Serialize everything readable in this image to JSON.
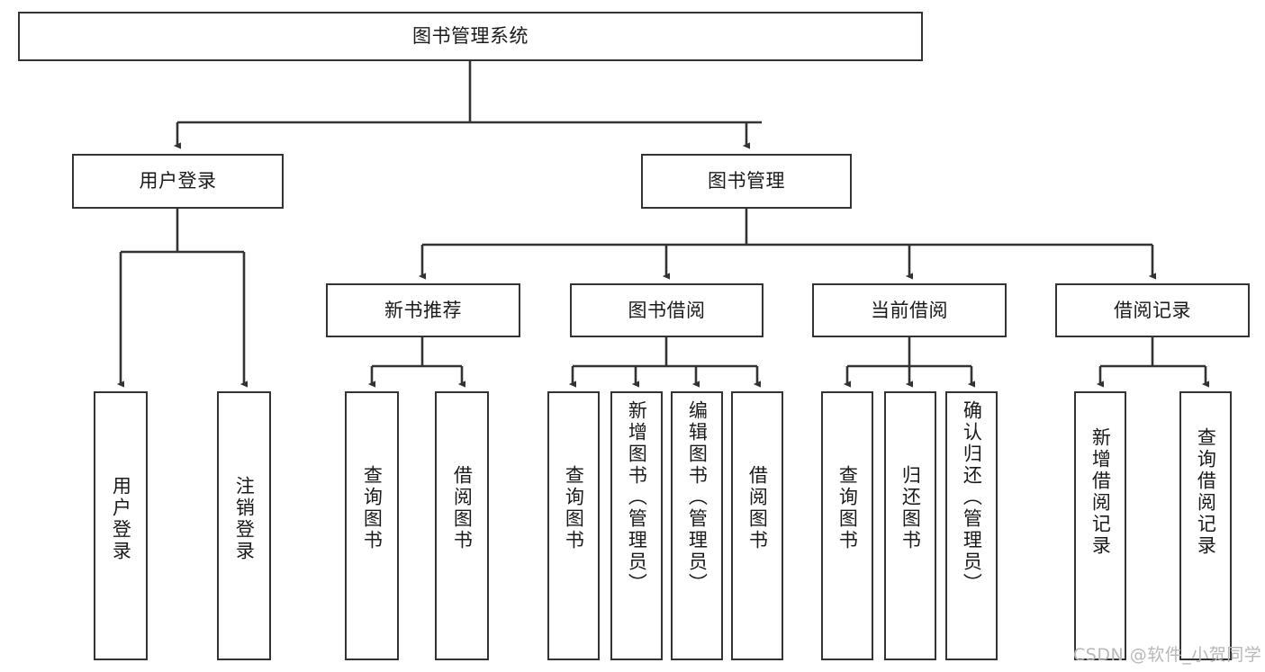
{
  "diagram": {
    "title": "图书管理系统",
    "type": "tree-hierarchy-chart",
    "root": {
      "label": "图书管理系统"
    },
    "level1": [
      {
        "label": "用户登录"
      },
      {
        "label": "图书管理"
      }
    ],
    "level2": [
      {
        "label": "新书推荐"
      },
      {
        "label": "图书借阅"
      },
      {
        "label": "当前借阅"
      },
      {
        "label": "借阅记录"
      }
    ],
    "leaves": {
      "user_login": [
        {
          "label": "用户登录"
        },
        {
          "label": "注销登录"
        }
      ],
      "new_book_recommend": [
        {
          "label": "查询图书"
        },
        {
          "label": "借阅图书"
        }
      ],
      "book_borrow": [
        {
          "label": "查询图书"
        },
        {
          "label": "新增图书（管理员）"
        },
        {
          "label": "编辑图书（管理员）"
        },
        {
          "label": "借阅图书"
        }
      ],
      "current_borrow": [
        {
          "label": "查询图书"
        },
        {
          "label": "归还图书"
        },
        {
          "label": "确认归还（管理员）"
        }
      ],
      "borrow_record": [
        {
          "label": "新增借阅记录"
        },
        {
          "label": "查询借阅记录"
        }
      ]
    }
  },
  "watermark": {
    "text": "CSDN @软件_小贺同学"
  },
  "colors": {
    "border": "#333333",
    "text": "#1a1a1a",
    "background": "#ffffff",
    "watermark": "#b8b8b8"
  }
}
